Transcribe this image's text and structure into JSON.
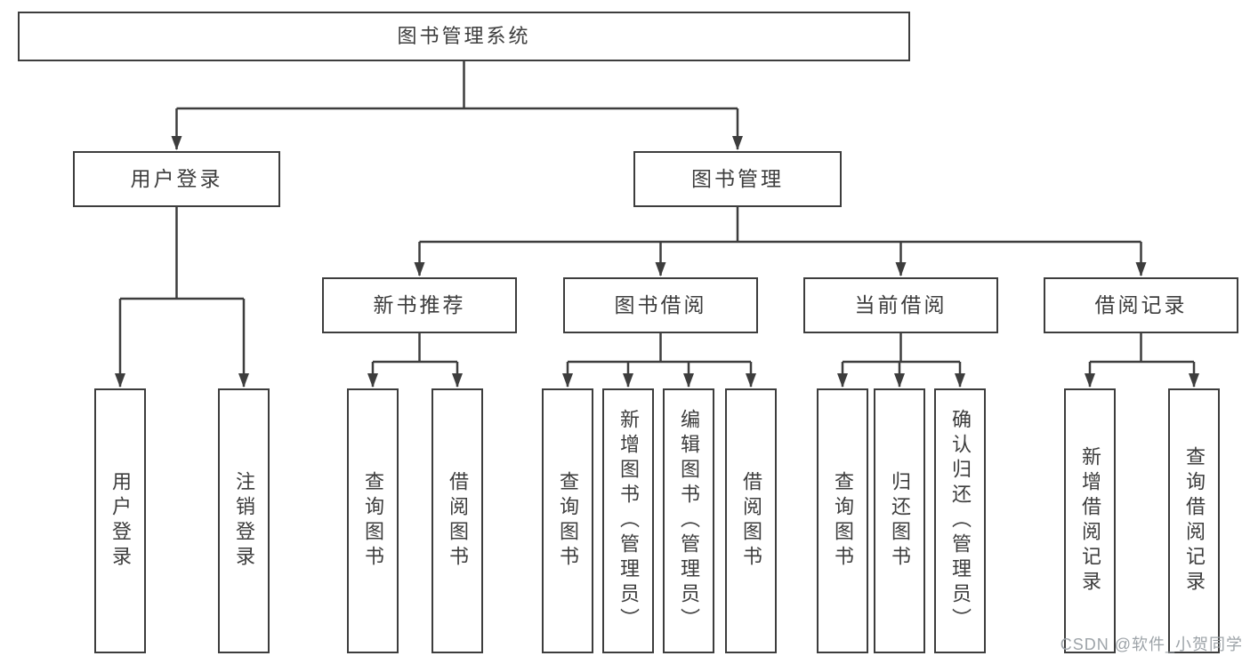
{
  "colors": {
    "line": "#3d3d3d",
    "text": "#3d3d3d",
    "watermark": "#989ea3",
    "background": "#ffffff"
  },
  "tree": {
    "root": {
      "label": "图书管理系统"
    },
    "branches": [
      {
        "label": "用户登录",
        "children": [
          {
            "label": "用户登录"
          },
          {
            "label": "注销登录"
          }
        ]
      },
      {
        "label": "图书管理",
        "children": [
          {
            "label": "新书推荐",
            "children": [
              {
                "label": "查询图书"
              },
              {
                "label": "借阅图书"
              }
            ]
          },
          {
            "label": "图书借阅",
            "children": [
              {
                "label": "查询图书"
              },
              {
                "label": "新增图书（管理员）"
              },
              {
                "label": "编辑图书（管理员）"
              },
              {
                "label": "借阅图书"
              }
            ]
          },
          {
            "label": "当前借阅",
            "children": [
              {
                "label": "查询图书"
              },
              {
                "label": "归还图书"
              },
              {
                "label": "确认归还（管理员）"
              }
            ]
          },
          {
            "label": "借阅记录",
            "children": [
              {
                "label": "新增借阅记录"
              },
              {
                "label": "查询借阅记录"
              }
            ]
          }
        ]
      }
    ]
  },
  "watermark": {
    "text": "CSDN @软件_小贺同学"
  }
}
